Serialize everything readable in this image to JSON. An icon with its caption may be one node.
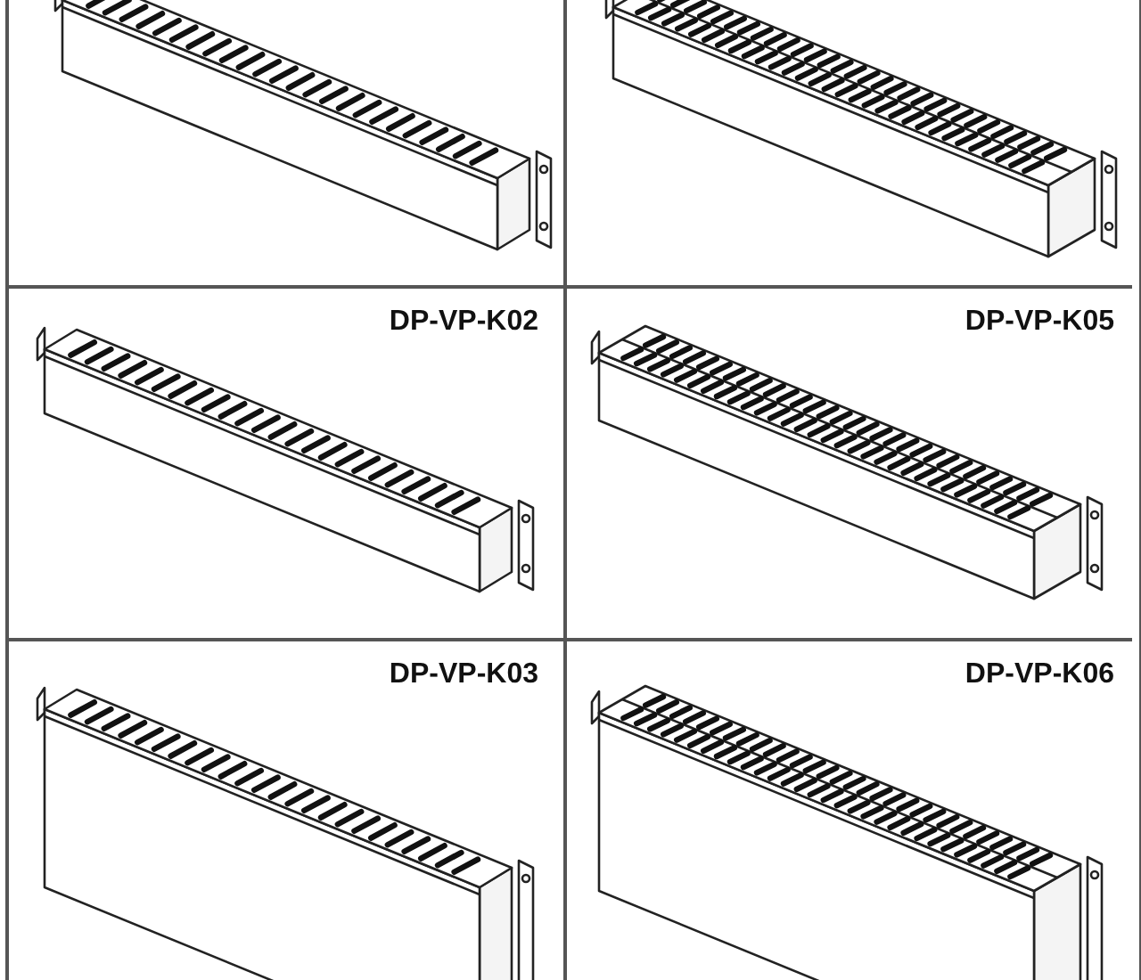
{
  "diagram": {
    "nodes": [
      {
        "text": [],
        "shape": "box"
      },
      {
        "text": [],
        "shape": "box"
      },
      {
        "text": [
          "DP-VP-K02"
        ]
      },
      {
        "text": [
          "DP-VP-K05"
        ]
      },
      {
        "text": [
          "DP-VP-K03"
        ]
      },
      {
        "text": [
          "DP-VP-K06"
        ]
      }
    ]
  }
}
